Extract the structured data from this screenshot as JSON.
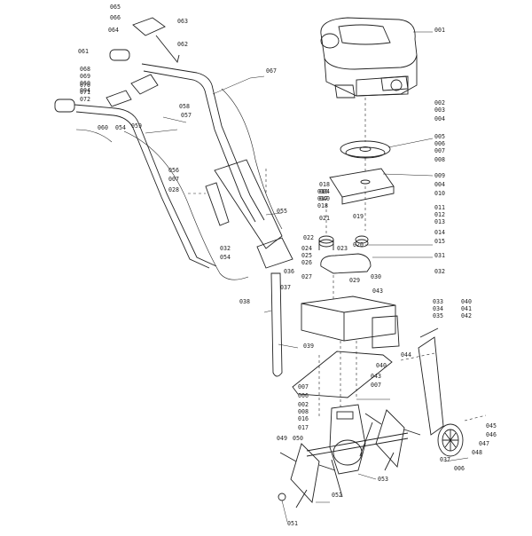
{
  "diagram": {
    "callouts": [
      "001",
      "002",
      "003",
      "004",
      "005",
      "006",
      "007",
      "008",
      "009",
      "010",
      "011",
      "012",
      "013",
      "014",
      "015",
      "016",
      "017",
      "018",
      "019",
      "020",
      "021",
      "022",
      "023",
      "024",
      "025",
      "026",
      "027",
      "028",
      "029",
      "030",
      "031",
      "032",
      "033",
      "034",
      "035",
      "036",
      "037",
      "038",
      "039",
      "040",
      "041",
      "042",
      "043",
      "044",
      "045",
      "046",
      "047",
      "048",
      "049",
      "050",
      "051",
      "052",
      "053",
      "054",
      "055",
      "056",
      "057",
      "058",
      "059",
      "060",
      "061",
      "062",
      "063",
      "064",
      "065",
      "066",
      "067",
      "068",
      "069",
      "070",
      "071",
      "072"
    ],
    "extra_labels": [
      "002",
      "003",
      "004",
      "006",
      "007",
      "008",
      "010",
      "004",
      "028",
      "007",
      "032",
      "054",
      "060",
      "004",
      "002",
      "006",
      "007",
      "008",
      "016",
      "017",
      "018",
      "004",
      "040",
      "043",
      "040",
      "043",
      "037",
      "006",
      "007"
    ]
  }
}
